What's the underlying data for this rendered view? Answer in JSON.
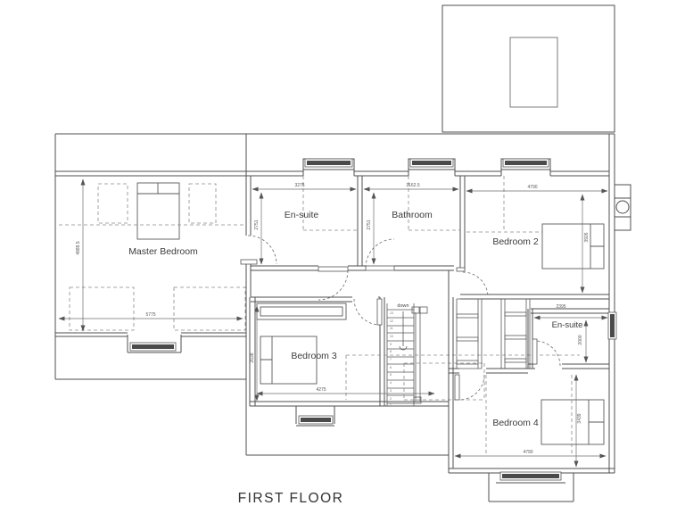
{
  "title": "FIRST FLOOR",
  "floor_plan": {
    "rooms": [
      {
        "label": "Master Bedroom",
        "width": "5775",
        "height": "4889.5"
      },
      {
        "label": "En-suite",
        "width": "3275",
        "height": "2751"
      },
      {
        "label": "Bathroom",
        "width": "3162.5",
        "height": "2751"
      },
      {
        "label": "Bedroom 2",
        "width": "4790",
        "height": "3926"
      },
      {
        "label": "Bedroom 3",
        "width": "4275",
        "height": "2638"
      },
      {
        "label": "En-suite",
        "width": "2395",
        "height": "2000"
      },
      {
        "label": "Bedroom 4",
        "width": "4790",
        "height": "3439"
      }
    ],
    "stairs": {
      "direction_label": "down",
      "step_numbers": [
        "1",
        "2",
        "3",
        "4",
        "5",
        "6",
        "7",
        "8",
        "9",
        "10",
        "11",
        "12",
        "13"
      ]
    },
    "colors": {
      "line": "#4f4f4f",
      "window_fill": "#4a4a4a",
      "dashed": "#8b8b8b",
      "text": "#3c3c3c"
    }
  }
}
